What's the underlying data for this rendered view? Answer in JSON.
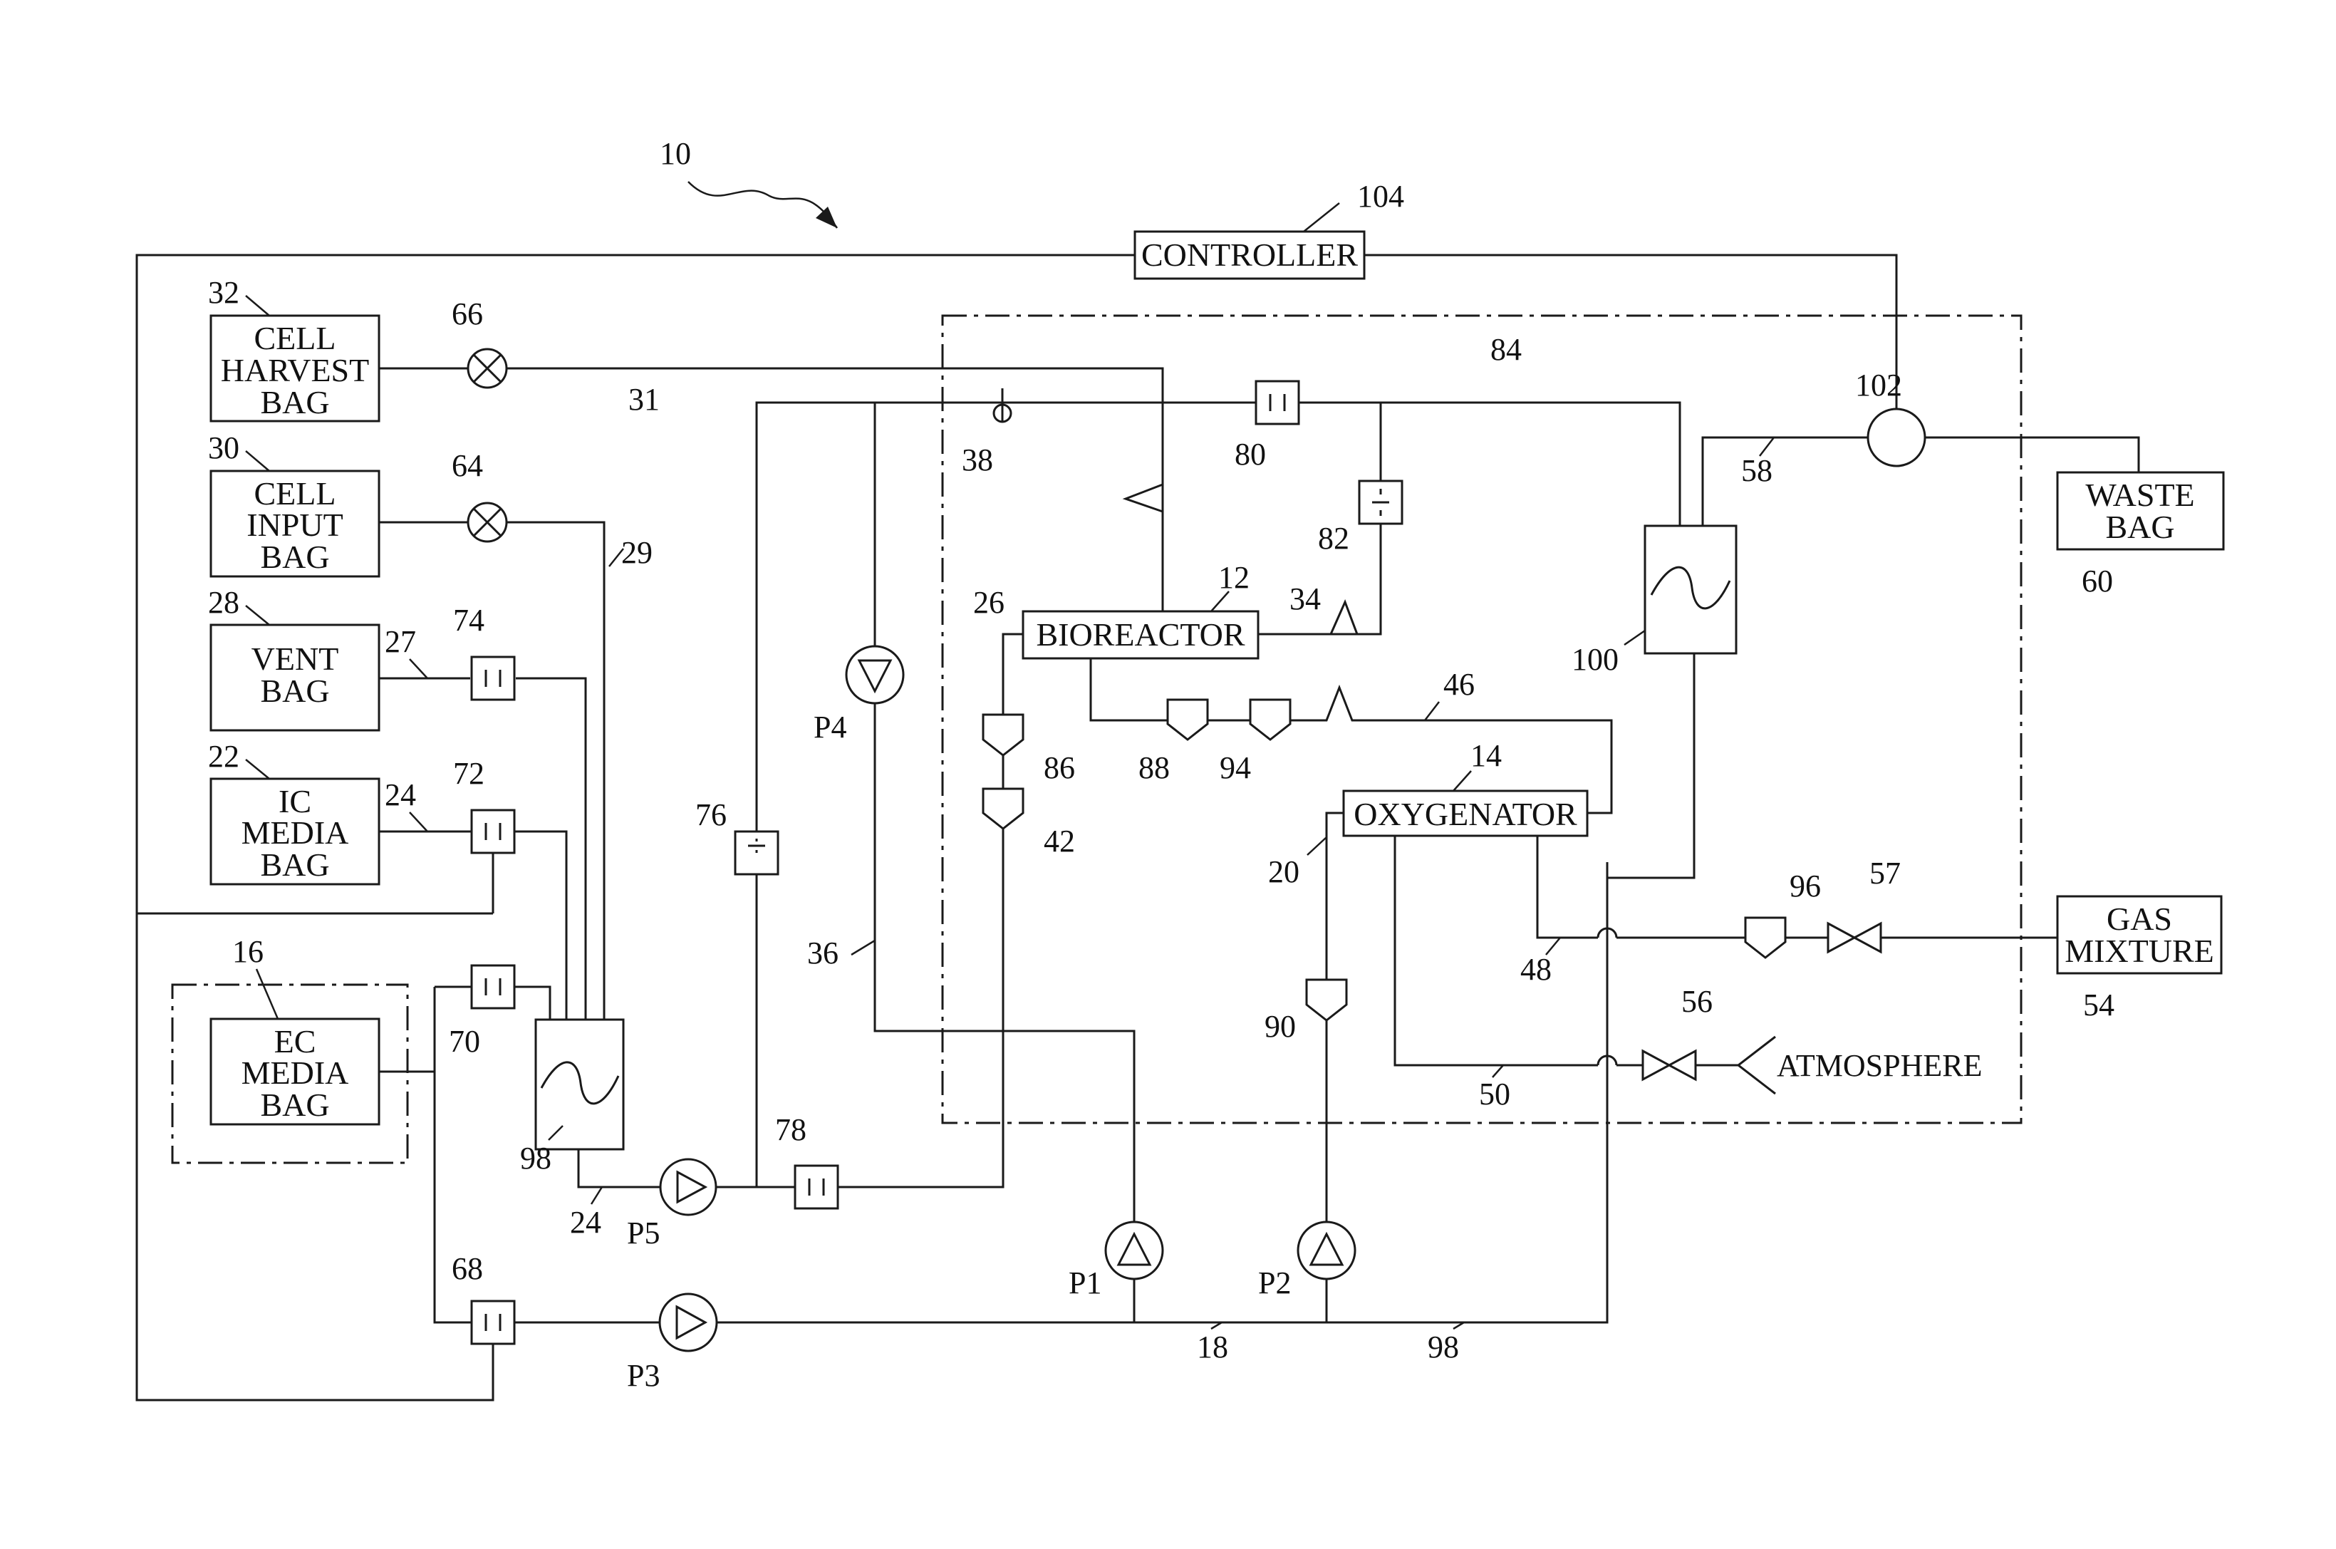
{
  "figure_number": "10",
  "components": {
    "controller": {
      "label": "CONTROLLER",
      "ref": "104"
    },
    "cell_harvest_bag": {
      "label_lines": [
        "CELL",
        "HARVEST",
        "BAG"
      ],
      "ref": "32"
    },
    "cell_input_bag": {
      "label_lines": [
        "CELL",
        "INPUT",
        "BAG"
      ],
      "ref": "30"
    },
    "vent_bag": {
      "label_lines": [
        "VENT",
        "BAG"
      ],
      "ref": "28"
    },
    "ic_media_bag": {
      "label_lines": [
        "IC",
        "MEDIA",
        "BAG"
      ],
      "ref": "22"
    },
    "ec_media_bag": {
      "label_lines": [
        "EC",
        "MEDIA",
        "BAG"
      ],
      "ref": "16"
    },
    "bioreactor": {
      "label": "BIOREACTOR",
      "ref": "12"
    },
    "oxygenator": {
      "label": "OXYGENATOR",
      "ref": "14"
    },
    "waste_bag": {
      "label_lines": [
        "WASTE",
        "BAG"
      ],
      "ref": "60"
    },
    "gas_mixture": {
      "label_lines": [
        "GAS",
        "MIXTURE"
      ],
      "ref": "54"
    },
    "atmosphere": {
      "label": "ATMOSPHERE"
    }
  },
  "pumps": [
    "P1",
    "P2",
    "P3",
    "P4",
    "P5"
  ],
  "refs": {
    "r18": "18",
    "r20": "20",
    "r24a": "24",
    "r24b": "24",
    "r26": "26",
    "r27": "27",
    "r29": "29",
    "r31": "31",
    "r34": "34",
    "r36": "36",
    "r38": "38",
    "r42": "42",
    "r46": "46",
    "r48": "48",
    "r50": "50",
    "r56": "56",
    "r57": "57",
    "r58": "58",
    "r64": "64",
    "r66": "66",
    "r68": "68",
    "r70": "70",
    "r72": "72",
    "r74": "74",
    "r76": "76",
    "r78": "78",
    "r80": "80",
    "r82": "82",
    "r84": "84",
    "r86": "86",
    "r88": "88",
    "r90": "90",
    "r94": "94",
    "r96": "96",
    "r98a": "98",
    "r98b": "98",
    "r100": "100",
    "r102": "102"
  }
}
